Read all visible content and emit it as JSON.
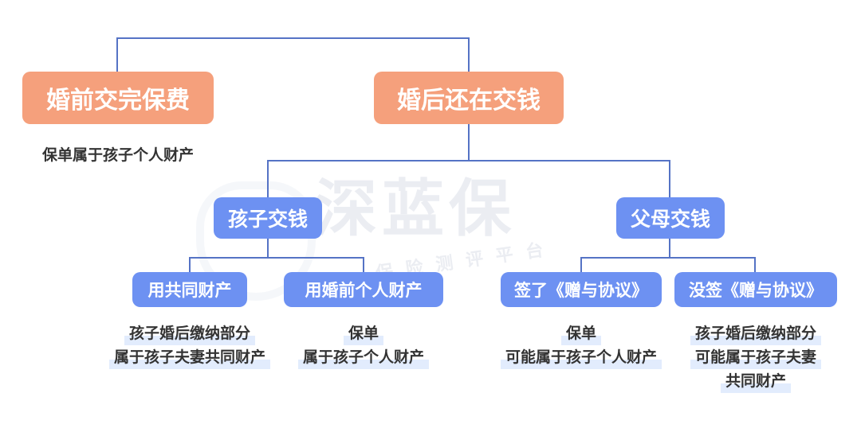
{
  "watermark": {
    "main": "深蓝保",
    "sub": "保险测评平台"
  },
  "top_nodes": {
    "before_marriage": "婚前交完保费",
    "after_marriage": "婚后还在交钱"
  },
  "before_note": "保单属于孩子个人财产",
  "payers": {
    "child": "孩子交钱",
    "parents": "父母交钱"
  },
  "leaves": {
    "joint_property": "用共同财产",
    "premarital_property": "用婚前个人财产",
    "signed_gift": "签了《赠与协议》",
    "unsigned_gift": "没签《赠与协议》"
  },
  "notes": {
    "joint_property": [
      "孩子婚后缴纳部分",
      "属于孩子夫妻共同财产"
    ],
    "premarital_property": [
      "保单",
      "属于孩子个人财产"
    ],
    "signed_gift": [
      "保单",
      "可能属于孩子个人财产"
    ],
    "unsigned_gift": [
      "孩子婚后缴纳部分",
      "可能属于孩子夫妻",
      "共同财产"
    ]
  },
  "colors": {
    "orange_node": "#f5a07c",
    "blue_node": "#6d91f2",
    "connector": "#5573c5",
    "highlight": "#e2ecfd"
  }
}
